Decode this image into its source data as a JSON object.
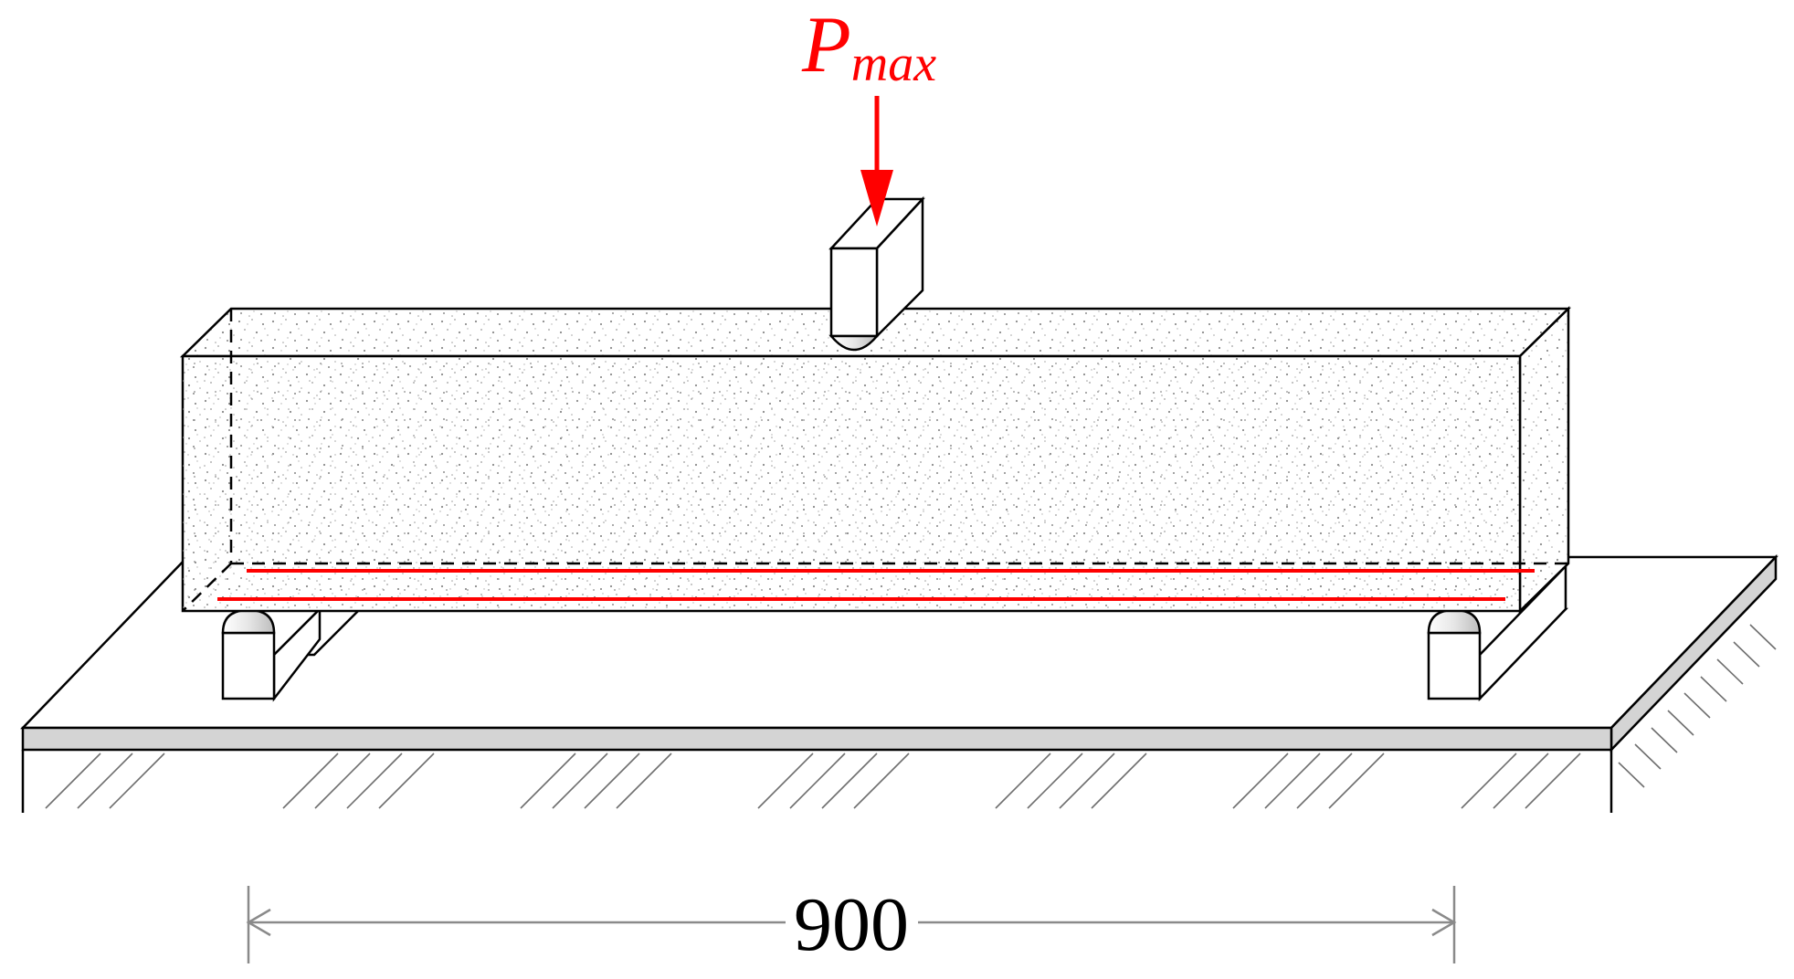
{
  "load": {
    "symbol": "P",
    "subscript": "max",
    "color": "#ff0000"
  },
  "dimension": {
    "span": "900"
  },
  "colors": {
    "outline": "#000000",
    "rebar": "#ff0000",
    "base_edge": "#d4d4d4",
    "dimension_line": "#8a8a8a"
  }
}
